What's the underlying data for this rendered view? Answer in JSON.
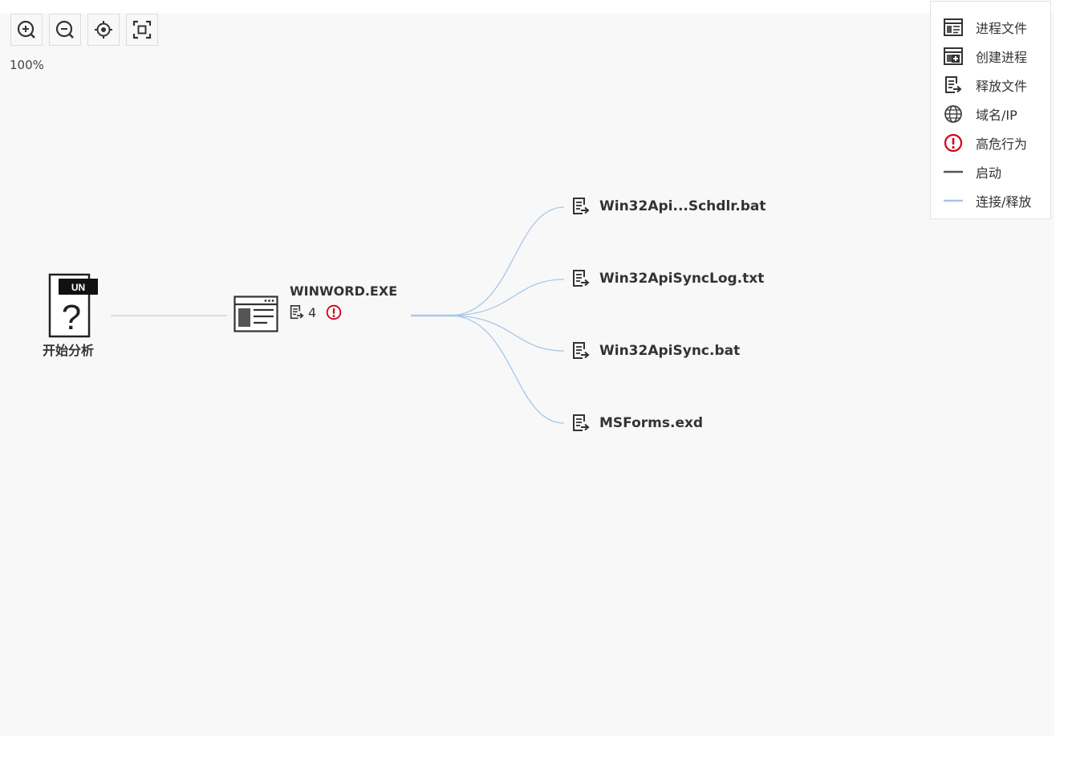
{
  "toolbar": {
    "zoom_level": "100%",
    "buttons": [
      {
        "icon": "zoom-in-icon"
      },
      {
        "icon": "zoom-out-icon"
      },
      {
        "icon": "locate-icon"
      },
      {
        "icon": "fit-screen-icon"
      }
    ]
  },
  "legend": {
    "items": [
      {
        "icon": "process-file-icon",
        "label": "进程文件"
      },
      {
        "icon": "create-process-icon",
        "label": "创建进程"
      },
      {
        "icon": "release-file-icon",
        "label": "释放文件"
      },
      {
        "icon": "globe-icon",
        "label": "域名/IP"
      },
      {
        "icon": "high-risk-icon",
        "label": "高危行为"
      },
      {
        "icon": "launch-line-icon",
        "label": "启动"
      },
      {
        "icon": "connect-release-line-icon",
        "label": "连接/释放"
      }
    ]
  },
  "graph": {
    "start": {
      "badge": "UN",
      "glyph": "?",
      "label": "开始分析"
    },
    "process": {
      "name": "WINWORD.EXE",
      "release_count": "4",
      "high_risk": true
    },
    "released_files": [
      {
        "name": "Win32Api...Schdlr.bat"
      },
      {
        "name": "Win32ApiSyncLog.txt"
      },
      {
        "name": "Win32ApiSync.bat"
      },
      {
        "name": "MSForms.exd"
      }
    ]
  },
  "colors": {
    "launch_edge": "#dcdcdc",
    "release_edge": "#a8c6ea",
    "danger": "#d0021b",
    "canvas_bg": "#f8f8f8"
  }
}
